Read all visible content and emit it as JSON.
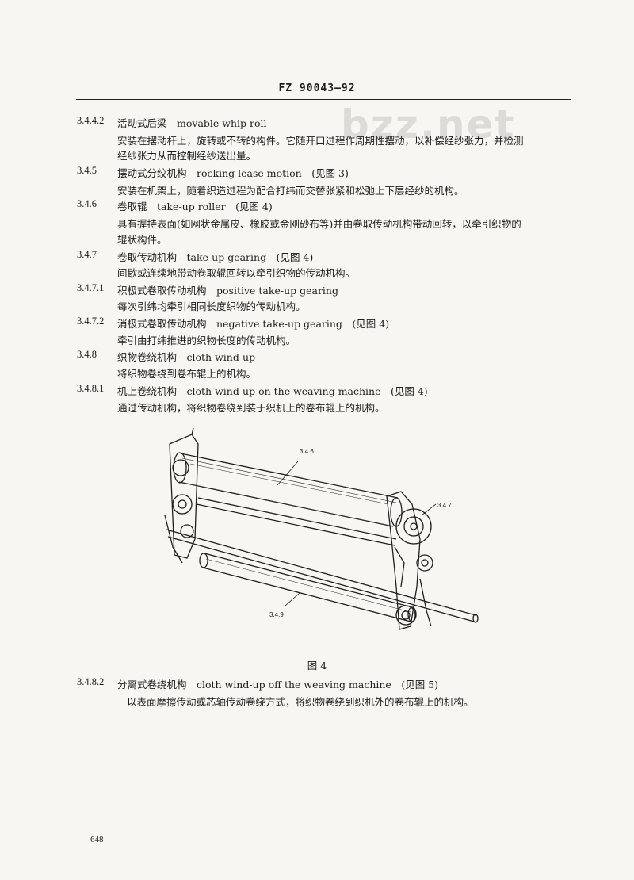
{
  "header": {
    "code": "FZ 90043—92"
  },
  "watermark": "bzz.net",
  "entries": [
    {
      "number": "3.4.4.2",
      "term": "活动式后梁　movable whip roll",
      "definition": [
        "安装在摆动杆上，旋转或不转的构件。它随开口过程作周期性摆动，以补偿经纱张力，并检测",
        "经纱张力从而控制经纱送出量。"
      ]
    },
    {
      "number": "3.4.5",
      "term": "摆动式分绞机构　rocking lease motion　(见图 3)",
      "definition": [
        "安装在机架上，随着织造过程为配合打纬而交替张紧和松弛上下层经纱的机构。"
      ]
    },
    {
      "number": "3.4.6",
      "term": "卷取辊　take-up roller　(见图 4)",
      "definition": [
        "具有握持表面(如网状金属皮、橡胶或金刚砂布等)并由卷取传动机构带动回转，以牵引织物的",
        "辊状构件。"
      ]
    },
    {
      "number": "3.4.7",
      "term": "卷取传动机构　take-up gearing　(见图 4)",
      "definition": [
        "间歇或连续地带动卷取辊回转以牵引织物的传动机构。"
      ]
    },
    {
      "number": "3.4.7.1",
      "term": "积极式卷取传动机构　positive take-up gearing",
      "definition": [
        "每次引纬均牵引相同长度织物的传动机构。"
      ]
    },
    {
      "number": "3.4.7.2",
      "term": "消极式卷取传动机构　negative take-up gearing　(见图 4)",
      "definition": [
        "牵引由打纬推进的织物长度的传动机构。"
      ]
    },
    {
      "number": "3.4.8",
      "term": "织物卷绕机构　cloth wind-up",
      "definition": [
        "将织物卷绕到卷布辊上的机构。"
      ]
    },
    {
      "number": "3.4.8.1",
      "term": "机上卷绕机构　cloth wind-up on the weaving machine　(见图 4)",
      "definition": [
        "通过传动机构，将织物卷绕到装于织机上的卷布辊上的机构。"
      ]
    }
  ],
  "figure": {
    "labels": [
      "3.4.6",
      "3.4.7",
      "3.4.9"
    ],
    "caption": "图 4"
  },
  "after_figure": [
    {
      "number": "3.4.8.2",
      "term": "分离式卷绕机构　cloth wind-up off the weaving machine　(见图 5)",
      "definition": [
        "以表面摩擦传动或芯轴传动卷绕方式，将织物卷绕到织机外的卷布辊上的机构。"
      ]
    }
  ],
  "page_number": "648"
}
